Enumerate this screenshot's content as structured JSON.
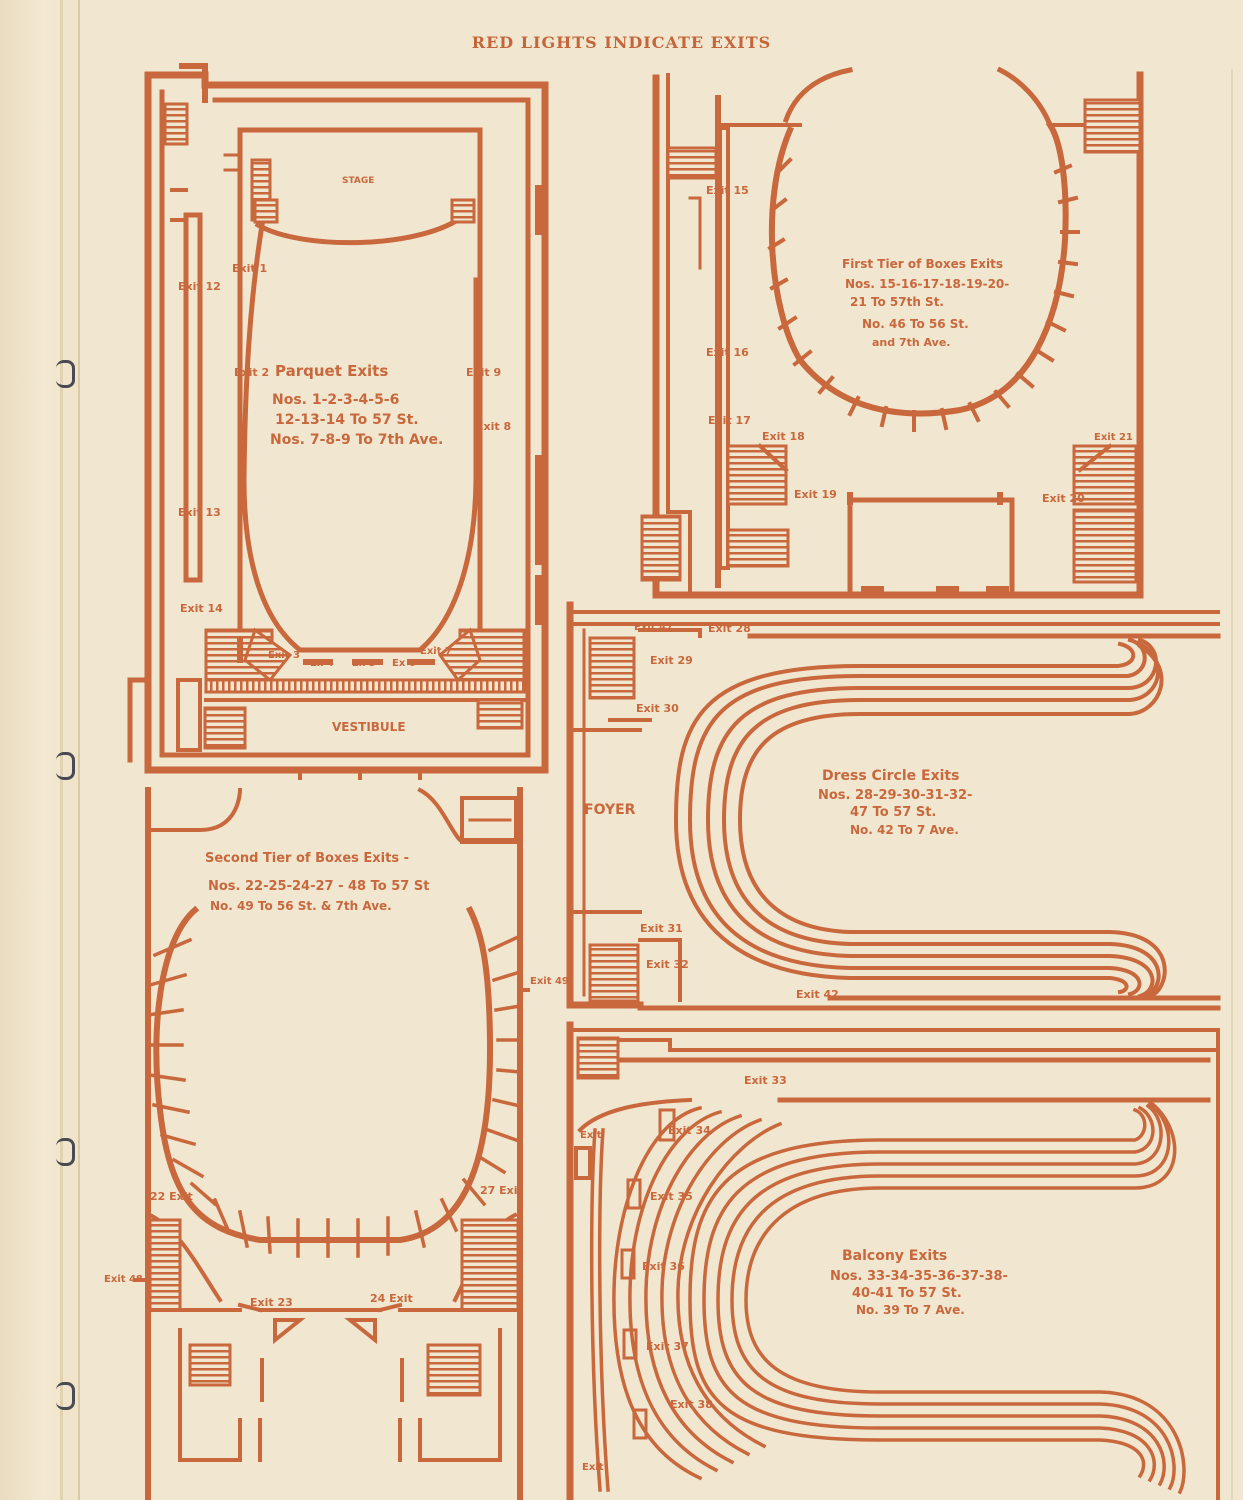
{
  "header": "RED LIGHTS INDICATE EXITS",
  "colors": {
    "ink": "#c8683c",
    "paper": "#f1e6cf"
  },
  "parquet": {
    "stage": "STAGE",
    "title": "Parquet Exits",
    "lines": [
      "Nos. 1-2-3-4-5-6",
      "12-13-14 To 57 St.",
      "Nos. 7-8-9 To 7th Ave."
    ],
    "vestibule": "VESTIBULE",
    "exits": {
      "e1": "Exit 1",
      "e2": "Exit 2",
      "e9": "Exit 9",
      "e8": "Exit 8",
      "e12": "Exit 12",
      "e13": "Exit 13",
      "e14": "Exit 14",
      "e3": "Exit 3",
      "e4": "Ex 4",
      "e5": "Ex 5",
      "e6": "Ex 6",
      "e7": "Exit 7"
    }
  },
  "first_tier": {
    "title": "First Tier of Boxes Exits",
    "lines": [
      "Nos. 15-16-17-18-19-20-",
      "21 To 57th St.",
      "No. 46 To 56 St.",
      "and 7th Ave."
    ],
    "exits": {
      "e15": "Exit 15",
      "e16": "Exit 16",
      "e17": "Exit 17",
      "e18": "Exit 18",
      "e19": "Exit 19",
      "e20": "Exit 20",
      "e21": "Exit 21"
    }
  },
  "dress_circle": {
    "title": "Dress Circle Exits",
    "lines": [
      "Nos. 28-29-30-31-32-",
      "47 To 57 St.",
      "No. 42 To 7 Ave."
    ],
    "foyer": "FOYER",
    "exits": {
      "e47": "Exit 47",
      "e28": "Exit 28",
      "e29": "Exit 29",
      "e30": "Exit 30",
      "e31": "Exit 31",
      "e32": "Exit 32",
      "e42": "Exit 42"
    }
  },
  "second_tier": {
    "title": "Second Tier of Boxes Exits -",
    "lines": [
      "Nos. 22-25-24-27 - 48 To 57 St",
      "No. 49 To 56 St. & 7th Ave."
    ],
    "exits": {
      "e49": "Exit 49",
      "e22": "22 Exit",
      "e27": "27 Exit",
      "e48": "Exit 48",
      "e23": "Exit 23",
      "e24": "24 Exit"
    }
  },
  "balcony": {
    "title": "Balcony Exits",
    "lines": [
      "Nos. 33-34-35-36-37-38-",
      "40-41 To 57 St.",
      "No. 39 To 7 Ave."
    ],
    "exits": {
      "e33": "Exit 33",
      "e34": "Exit 34",
      "e35": "Exit 35",
      "e36": "Exit 36",
      "e37": "Exit 37",
      "e38": "Exit 38",
      "eL": "Exit",
      "eB": "Exit"
    }
  }
}
